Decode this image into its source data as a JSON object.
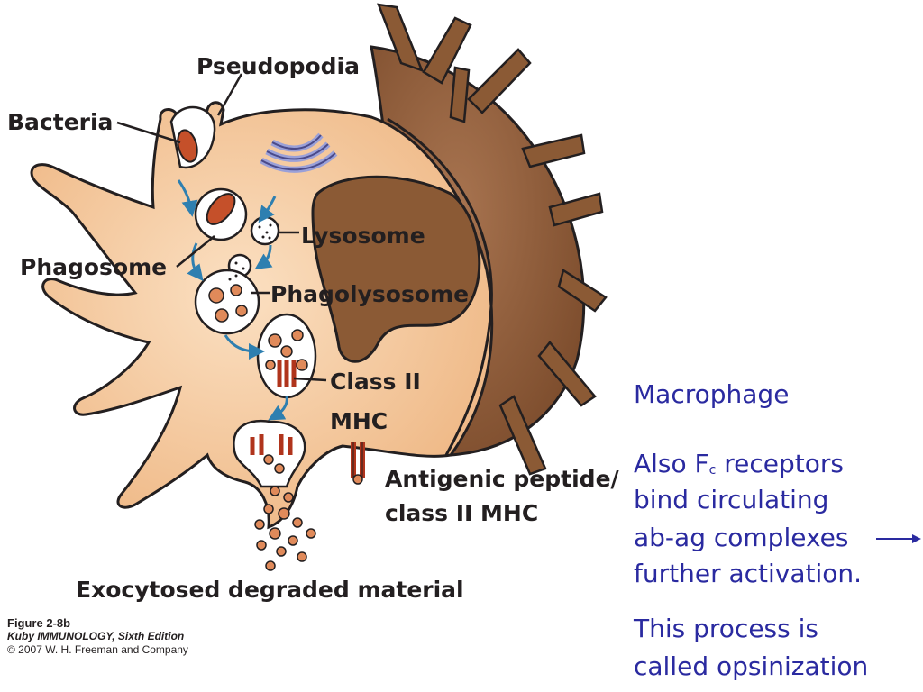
{
  "labels": {
    "pseudopodia": "Pseudopodia",
    "bacteria": "Bacteria",
    "lysosome": "Lysosome",
    "phagosome": "Phagosome",
    "phagolysosome": "Phagolysosome",
    "class2_line1": "Class II",
    "class2_line2": "MHC",
    "antigenic_line1": "Antigenic peptide/",
    "antigenic_line2": "class II MHC",
    "exocytosed": "Exocytosed degraded material"
  },
  "caption": {
    "figure": "Figure 2-8b",
    "book": "Kuby IMMUNOLOGY, Sixth Edition",
    "copyright": "© 2007 W. H. Freeman and Company"
  },
  "side_text": {
    "title": "Macrophage",
    "fc_a": "Also F",
    "fc_sub": "c",
    "fc_b": " receptors",
    "line2": "bind circulating",
    "line3": "ab-ag complexes",
    "line4": "further activation.",
    "line5": "This process is",
    "line6": "called opsinization"
  },
  "colors": {
    "cell": "#f5c89c",
    "cell_dark": "#8b5a35",
    "nucleus": "#8b5a35",
    "bacterium": "#c5502a",
    "arrow": "#2e7fb0",
    "golgi": "#9aa0d8",
    "side_text": "#2a2aa0"
  }
}
